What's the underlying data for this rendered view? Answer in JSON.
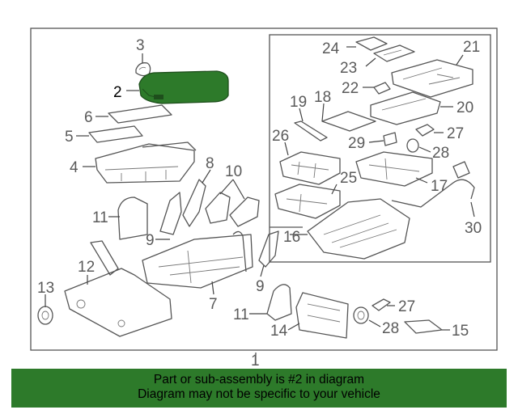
{
  "diagram": {
    "callouts": {
      "c1": "1",
      "c2": "2",
      "c3": "3",
      "c4": "4",
      "c5": "5",
      "c6": "6",
      "c7": "7",
      "c8": "8",
      "c9a": "9",
      "c9b": "9",
      "c10": "10",
      "c11a": "11",
      "c11b": "11",
      "c12": "12",
      "c13": "13",
      "c14": "14",
      "c15": "15",
      "c16": "16",
      "c17": "17",
      "c18": "18",
      "c19": "19",
      "c20": "20",
      "c21": "21",
      "c22": "22",
      "c23": "23",
      "c24": "24",
      "c25": "25",
      "c26": "26",
      "c27a": "27",
      "c27b": "27",
      "c28a": "28",
      "c28b": "28",
      "c29": "29",
      "c30": "30"
    },
    "highlight_color": "#2d7a2a"
  },
  "banner": {
    "line1": "Part or sub-assembly is #2 in diagram",
    "line2": "Diagram may not be specific to your vehicle"
  }
}
